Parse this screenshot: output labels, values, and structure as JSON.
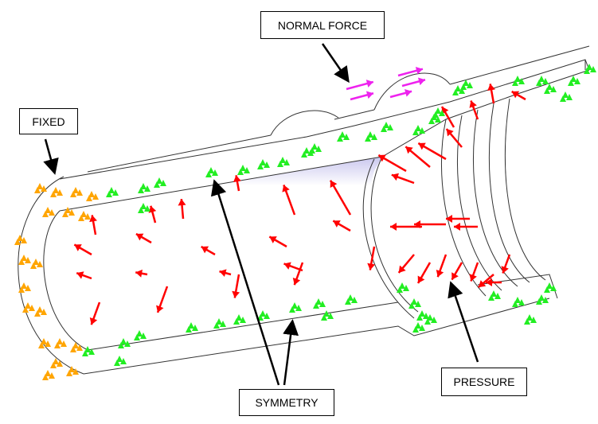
{
  "labels": {
    "normal_force": "NORMAL FORCE",
    "fixed": "FIXED",
    "symmetry": "SYMMETRY",
    "pressure": "PRESSURE"
  },
  "colors": {
    "pressure": "#ff0000",
    "symmetry": "#22ee22",
    "fixed": "#ffa500",
    "normal_force": "#ee22ee",
    "outline": "#333333"
  }
}
